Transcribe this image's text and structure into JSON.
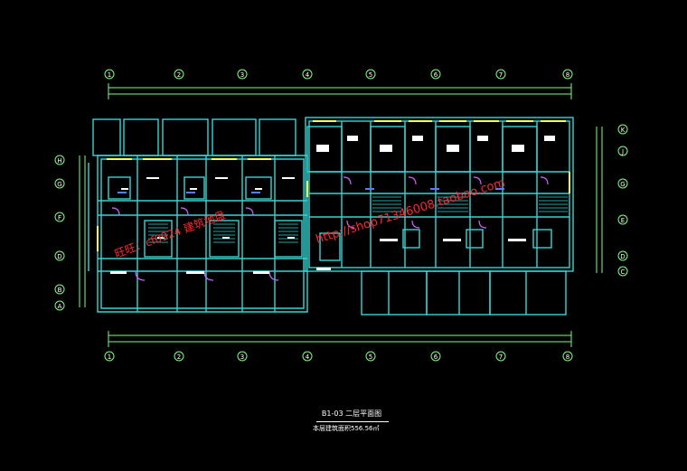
{
  "title_block": {
    "name": "B1-03  二层平面图",
    "area": "本层建筑面积556.56㎡"
  },
  "grid_labels": {
    "columns": [
      "1",
      "2",
      "3",
      "4",
      "5",
      "6",
      "7",
      "8"
    ],
    "rows_left": [
      "H",
      "G",
      "F",
      "D",
      "B",
      "A"
    ],
    "rows_right": [
      "K",
      "J",
      "G",
      "E",
      "D",
      "C"
    ]
  },
  "watermarks": {
    "wangwang": "旺旺：cf0924 建筑地盘",
    "shop": "http://shop71346008.taobao.com"
  },
  "colors": {
    "background": "#000000",
    "wall": "#35d6d6",
    "dimension": "#7dff7d",
    "window": "#ffff55",
    "furniture": "#ffffff",
    "door": "#d264ff",
    "annotation": "#5a7dff",
    "watermark": "#ff2a2a"
  }
}
